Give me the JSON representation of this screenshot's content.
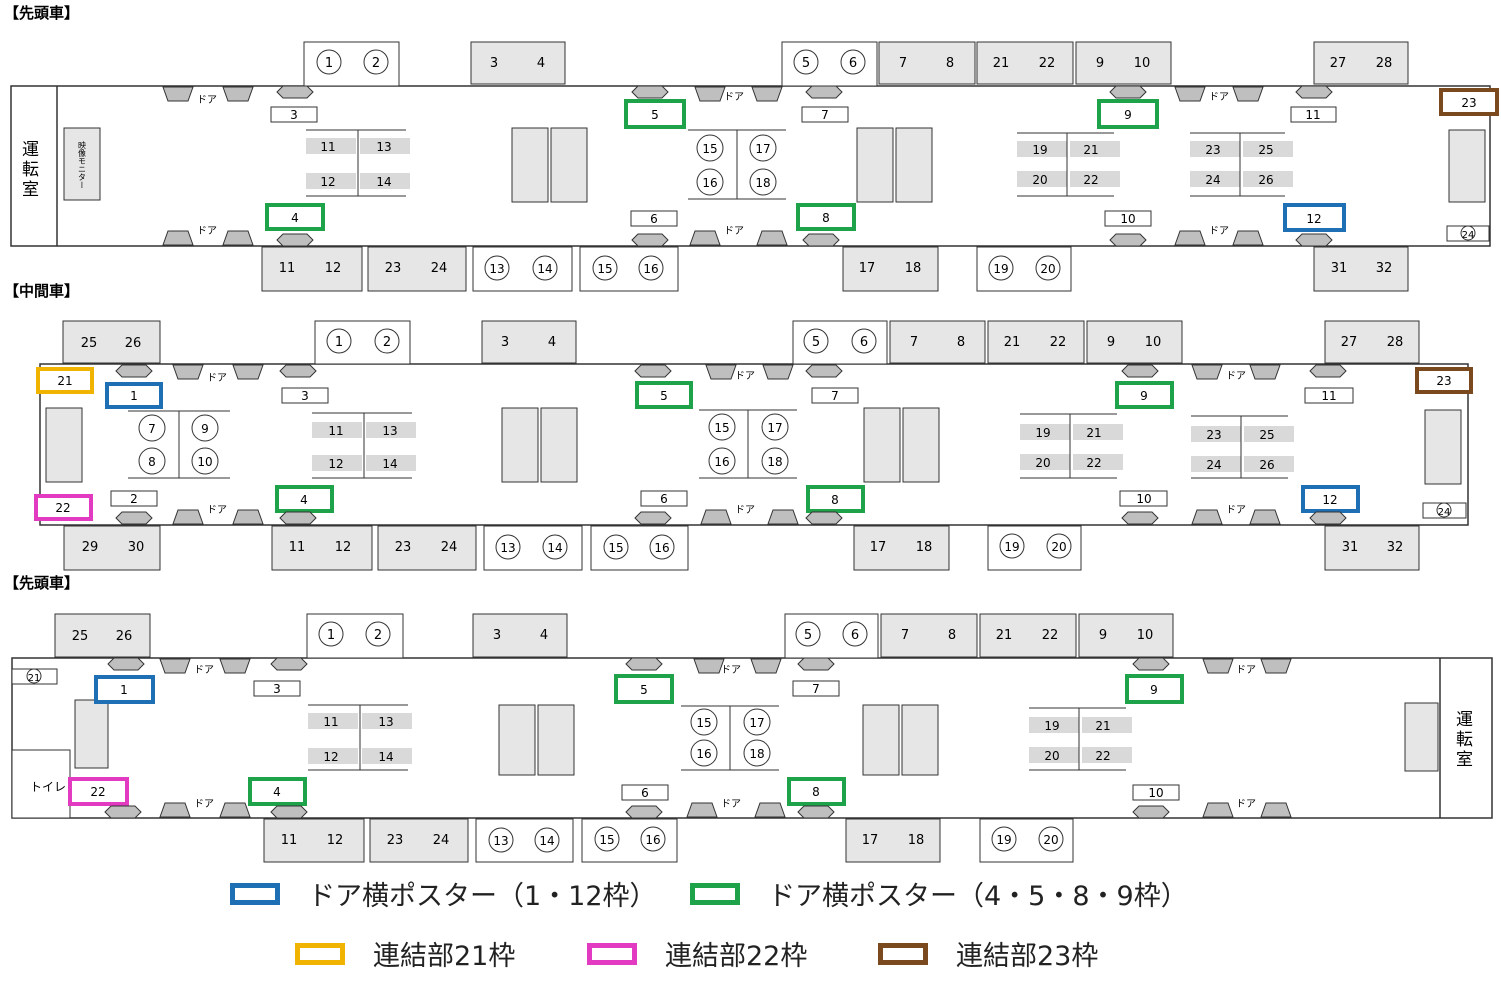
{
  "cars": [
    {
      "label": "【先頭車】",
      "cab_label": "運転室",
      "cab_side": "left",
      "extra_top_left": "",
      "extra_bottom_left": "",
      "toilet_label": ""
    },
    {
      "label": "【中間車】",
      "cab_label": "",
      "cab_side": "",
      "extra_top_left": "25 26",
      "extra_bottom_left": "29 30",
      "toilet_label": ""
    },
    {
      "label": "【先頭車】",
      "cab_label": "運転室",
      "cab_side": "right",
      "extra_top_left": "25 26",
      "extra_bottom_left": "",
      "toilet_label": "トイレ"
    }
  ],
  "labels": {
    "door": "ドア",
    "monitor": "映像モニター"
  },
  "legend": {
    "items": [
      {
        "label": "ドア横ポスター（1・12枠）",
        "color": "#1f6fb5"
      },
      {
        "label": "ドア横ポスター（4・5・8・9枠）",
        "color": "#1ea34a"
      },
      {
        "label": "連結部21枠",
        "color": "#f0b400"
      },
      {
        "label": "連結部22枠",
        "color": "#e23bc1"
      },
      {
        "label": "連結部23枠",
        "color": "#7a4a1e"
      }
    ]
  },
  "colors": {
    "blue": "#1f6fb5",
    "green": "#1ea34a",
    "yellow": "#f0b400",
    "magenta": "#e23bc1",
    "brown": "#7a4a1e",
    "grey": "#bfbfbf",
    "dark_grey": "#8c8c8c"
  }
}
